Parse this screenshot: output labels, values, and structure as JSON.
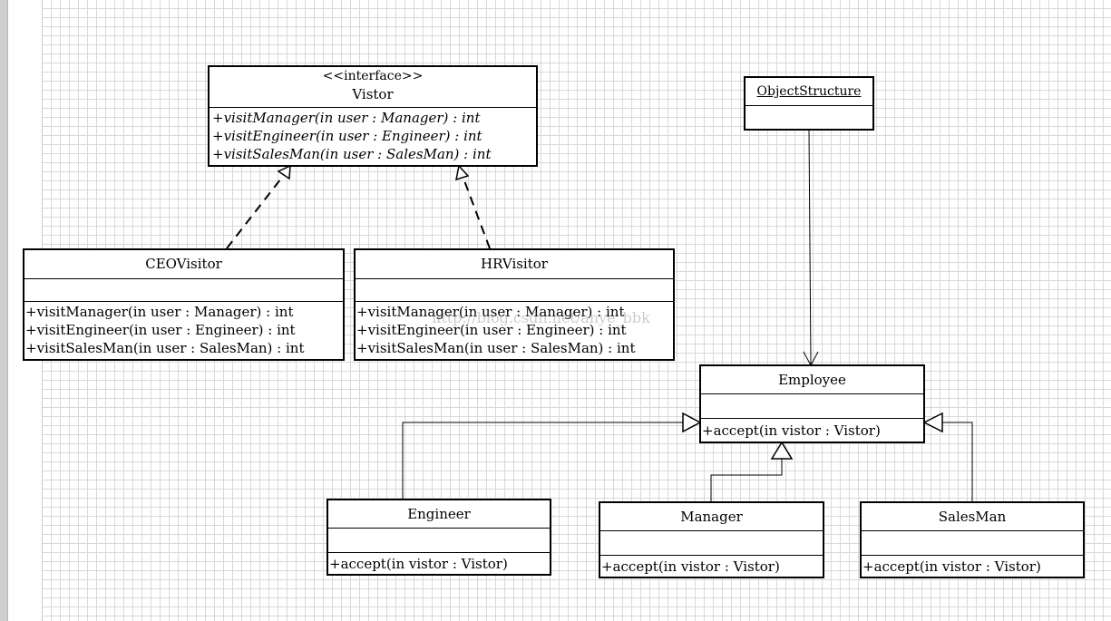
{
  "diagram": {
    "interface_visitor": {
      "stereotype": "<<interface>>",
      "name": "Vistor",
      "operations": [
        "+visitManager(in user : Manager) : int",
        "+visitEngineer(in user : Engineer) : int",
        "+visitSalesMan(in user : SalesMan) : int"
      ]
    },
    "ceo_visitor": {
      "name": "CEOVisitor",
      "operations": [
        "+visitManager(in user : Manager) : int",
        "+visitEngineer(in user : Engineer) : int",
        "+visitSalesMan(in user : SalesMan) : int"
      ]
    },
    "hr_visitor": {
      "name": "HRVisitor",
      "operations": [
        "+visitManager(in user : Manager) : int",
        "+visitEngineer(in user : Engineer) : int",
        "+visitSalesMan(in user : SalesMan) : int"
      ]
    },
    "object_structure": {
      "name": "ObjectStructure"
    },
    "employee": {
      "name": "Employee",
      "operation": "+accept(in vistor : Vistor)"
    },
    "engineer": {
      "name": "Engineer",
      "operation": "+accept(in vistor : Vistor)"
    },
    "manager": {
      "name": "Manager",
      "operation": "+accept(in vistor : Vistor)"
    },
    "salesman": {
      "name": "SalesMan",
      "operation": "+accept(in vistor : Vistor)"
    },
    "watermark": "http://blog.csdn.net/anye_bbk"
  },
  "colors": {
    "grid": "#d9d9d9",
    "line": "#000000",
    "watermark": "#9a9a9a"
  }
}
